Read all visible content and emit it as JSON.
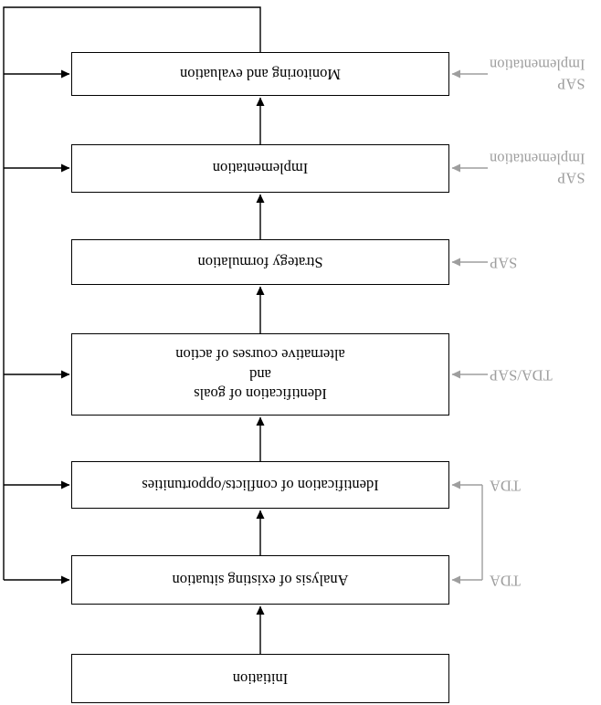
{
  "figure": {
    "background": "#ffffff",
    "line_color": "#000000",
    "box_border_color": "#000000",
    "box_fill_color": "#ffffff",
    "phase_label_color": "#9e9e9e"
  },
  "boxes": {
    "initiation": {
      "label": "Initiation"
    },
    "analysis": {
      "label": "Analysis of existing situation"
    },
    "conflicts": {
      "label": "Identification of conflicts/opportunities"
    },
    "goals": {
      "line1": "Identification of goals",
      "line2": "and",
      "line3": "alternative courses of action"
    },
    "strategy": {
      "label": "Strategy formulation"
    },
    "implementation": {
      "label": "Implementation"
    },
    "monitoring": {
      "label": "Monitoring and evaluation"
    }
  },
  "phase_labels": {
    "analysis": "TDA",
    "conflicts": "TDA",
    "goals": "TDA/SAP",
    "strategy": "SAP",
    "implementation": {
      "line1": "SAP",
      "line2": "Implementation"
    },
    "monitoring": {
      "line1": "SAP",
      "line2": "Implementation"
    }
  }
}
